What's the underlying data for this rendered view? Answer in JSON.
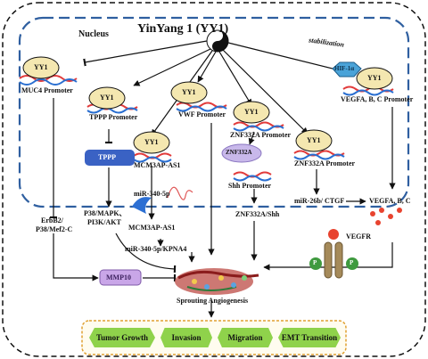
{
  "title": "YinYang 1 (YY1)",
  "nucleus_label": "Nucleus",
  "stabilization_label": "stabilization",
  "yy1_label": "YY1",
  "hif_label": "HIF-1α",
  "promoters": {
    "muc4": "MUC4 Promoter",
    "tppp": "TPPP Promoter",
    "mcm3ap": "MCM3AP-AS1",
    "vwf": "VWF Promoter",
    "znf_left": "ZNF332A Promoter",
    "znf_right": "ZNF332A Promoter",
    "vegfa": "VEGFA, B, C Promoter"
  },
  "factors": {
    "tppp": "TPPP",
    "znf332a": "ZNF332A",
    "shh_promoter": "Shh Promoter",
    "mir340": "miR-340-5p",
    "mcm3ap_lower": "MCM3AP-AS1",
    "mir340_kpna4": "miR-340-5p/KPNA4",
    "erbb2": [
      "ErbB2/",
      "P38/Mef2-C"
    ],
    "p38": [
      "P38/MAPK、",
      "PI3K/AKT"
    ],
    "znf_shh": "ZNF332A/Shh",
    "mir26": "miR-26b/ CTGF",
    "vegfabc": "VEGFA, B, C",
    "vegfr": "VEGFR",
    "mmp10": "MMP10",
    "p": "P",
    "sprouting": "Sprouting Angiogenesis"
  },
  "outcomes": [
    "Tumor Growth",
    "Invasion",
    "Migration",
    "EMT Transition"
  ],
  "colors": {
    "nucleus_border": "#2f5fa0",
    "yy1_fill": "#f4e7b0",
    "tppp_fill": "#3a62c4",
    "znf_fill": "#c8b8ea",
    "mmp10_fill": "#c9a6e8",
    "hif_fill": "#4aa3d8",
    "outcome_fill": "#8fd24b",
    "outcome_border": "#e0a030",
    "vegf_dot": "#e8432f",
    "vegfr_fill": "#a58a5a",
    "p_fill": "#3f9a3f"
  }
}
